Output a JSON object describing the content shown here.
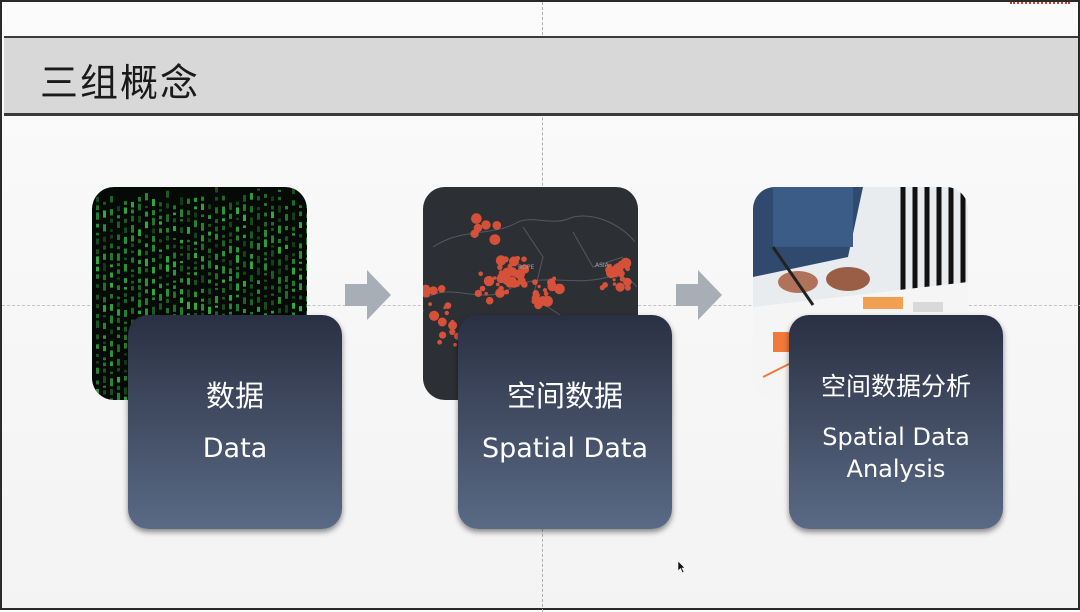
{
  "slide": {
    "title": "三组概念",
    "steps": [
      {
        "cn": "数据",
        "en": "Data",
        "image": "matrix-code-image"
      },
      {
        "cn": "空间数据",
        "en": "Spatial Data",
        "image": "world-map-hotspots-image"
      },
      {
        "cn": "空间数据分析",
        "en": "Spatial Data Analysis",
        "en_line1": "Spatial Data",
        "en_line2": "Analysis",
        "image": "people-analyzing-charts-image"
      }
    ]
  },
  "colors": {
    "title_bar": "#d8d8d8",
    "card_top": "#2a3043",
    "card_bottom": "#5a6a85",
    "arrow": "#a8aeb6",
    "map_dots": "#e8553a"
  }
}
